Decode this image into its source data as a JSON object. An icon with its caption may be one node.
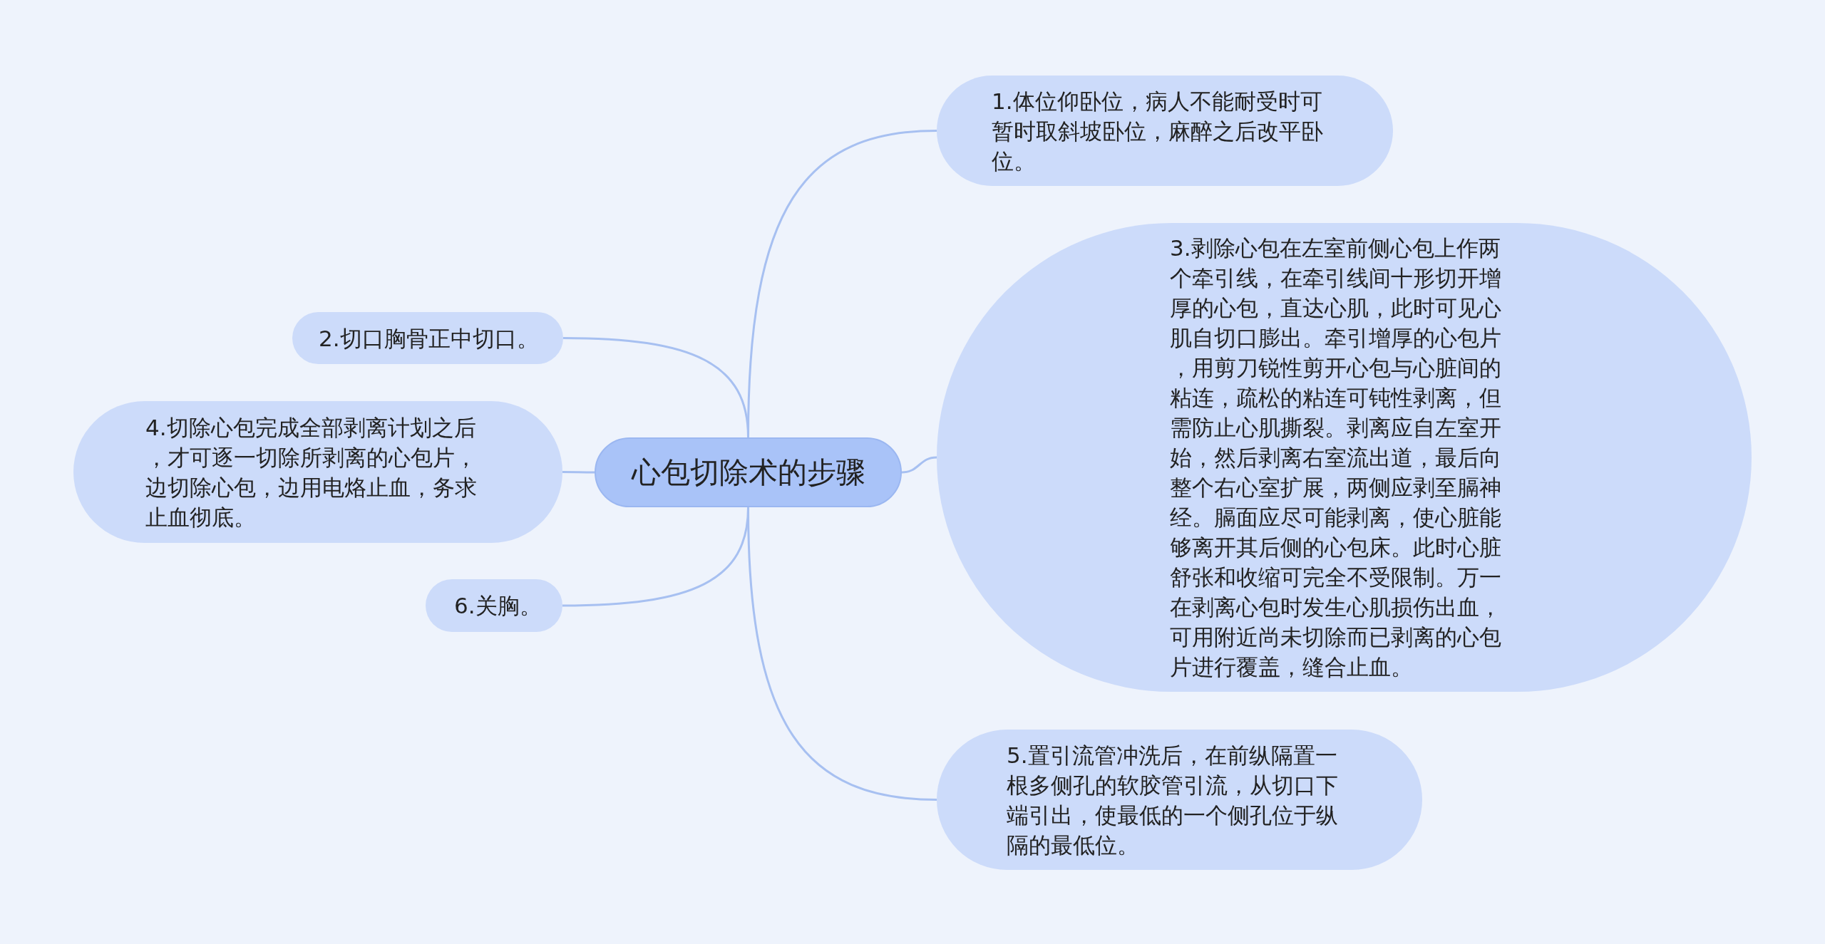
{
  "diagram": {
    "nodes": [
      {
        "text": [
          "心包切除术的步骤"
        ]
      },
      {
        "text": [
          "1.体位仰卧位，病人不能耐受时可暂时取斜坡卧位，麻醉之后改平卧位。"
        ]
      },
      {
        "text": [
          "2.切口胸骨正中切口。"
        ]
      },
      {
        "text": [
          "3.剥除心包在左室前侧心包上作两个牵引线，在牵引线间十形切开增厚的心包，直达心肌，此时可见心肌自切口膨出。牵引增厚的心包片，用剪刀锐性剪开心包与心脏间的粘连，疏松的粘连可钝性剥离，但需防止心肌撕裂。剥离应自左室开始，然后剥离右室流出道，最后向整个右心室扩展，两侧应剥至膈神经。膈面应尽可能剥离，使心脏能够离开其后侧的心包床。此时心脏舒张和收缩可完全不受限制。万一在剥离心包时发生心肌损伤出血，可用附近尚未切除而已剥离的心包片进行覆盖，缝合止血。"
        ]
      },
      {
        "text": [
          "4.切除心包完成全部剥离计划之后，才可逐一切除所剥离的心包片，边切除心包，边用电烙止血，务求止血彻底。"
        ]
      },
      {
        "text": [
          "5.置引流管冲洗后，在前纵隔置一根多侧孔的软胶管引流，从切口下端引出，使最低的一个侧孔位于纵隔的最低位。"
        ]
      },
      {
        "text": [
          "6.关胸。"
        ]
      }
    ],
    "edges": [
      {
        "from": 0,
        "to": 1,
        "arrow": "none"
      },
      {
        "from": 0,
        "to": 2,
        "arrow": "none"
      },
      {
        "from": 0,
        "to": 3,
        "arrow": "none"
      },
      {
        "from": 0,
        "to": 4,
        "arrow": "none"
      },
      {
        "from": 0,
        "to": 5,
        "arrow": "none"
      },
      {
        "from": 0,
        "to": 6,
        "arrow": "none"
      }
    ]
  }
}
